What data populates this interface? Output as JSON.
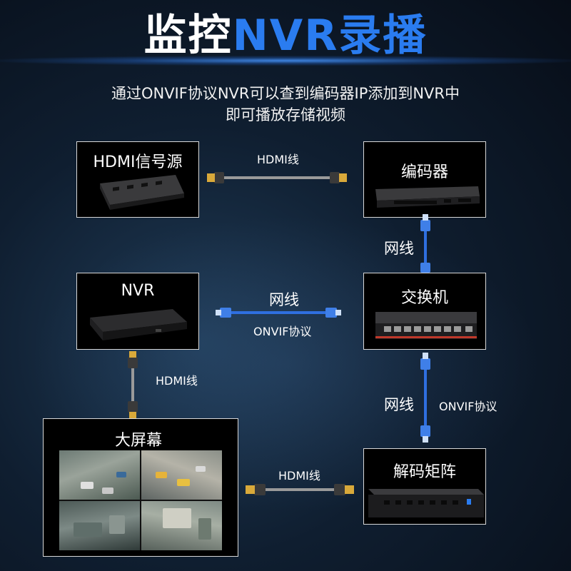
{
  "title": {
    "part1": "监控",
    "part2": "NVR录播"
  },
  "subtitle": {
    "line1": "通过ONVIF协议NVR可以查到编码器IP添加到NVR中",
    "line2": "即可播放存储视频"
  },
  "nodes": {
    "hdmi_source": "HDMI信号源",
    "encoder": "编码器",
    "nvr": "NVR",
    "switch": "交换机",
    "big_screen": "大屏幕",
    "decoder": "解码矩阵"
  },
  "links": {
    "source_encoder": "HDMI线",
    "encoder_switch": "网线",
    "nvr_switch": "网线",
    "nvr_switch_protocol": "ONVIF协议",
    "nvr_screen": "HDMI线",
    "switch_decoder": "网线",
    "switch_decoder_protocol": "ONVIF协议",
    "screen_decoder": "HDMI线"
  },
  "colors": {
    "accent_blue": "#2a7cf0",
    "network_cable": "#2f6fe0",
    "hdmi_cable": "#9a9a9a",
    "hdmi_gold": "#d9a93a"
  }
}
